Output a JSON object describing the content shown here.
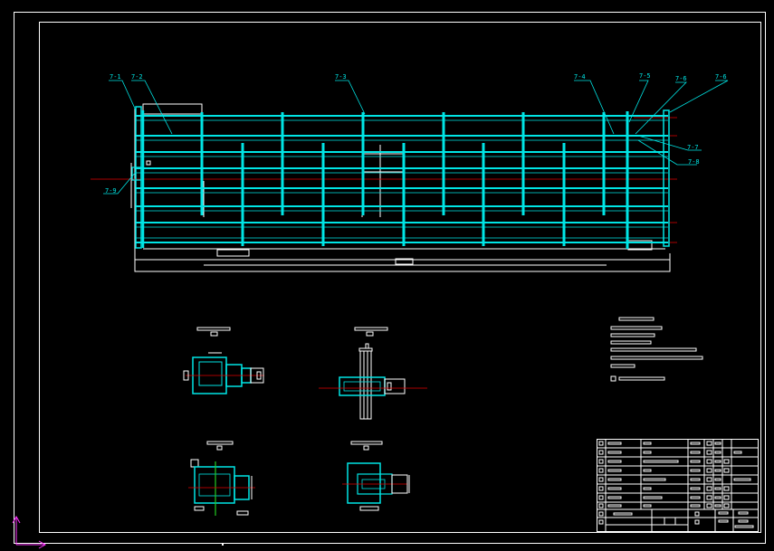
{
  "drawing": {
    "colors": {
      "background": "#000000",
      "outline": "#ffffff",
      "part": "#00e5e5",
      "centerline": "#e00000",
      "ucs": "#ff33ff"
    },
    "callouts": [
      "7-1",
      "7-2",
      "7-3",
      "7-4",
      "7-5",
      "7-6",
      "7-6",
      "7-7",
      "7-8",
      "7-9"
    ],
    "icons": {
      "ucs": "ucs-axis-icon"
    }
  }
}
